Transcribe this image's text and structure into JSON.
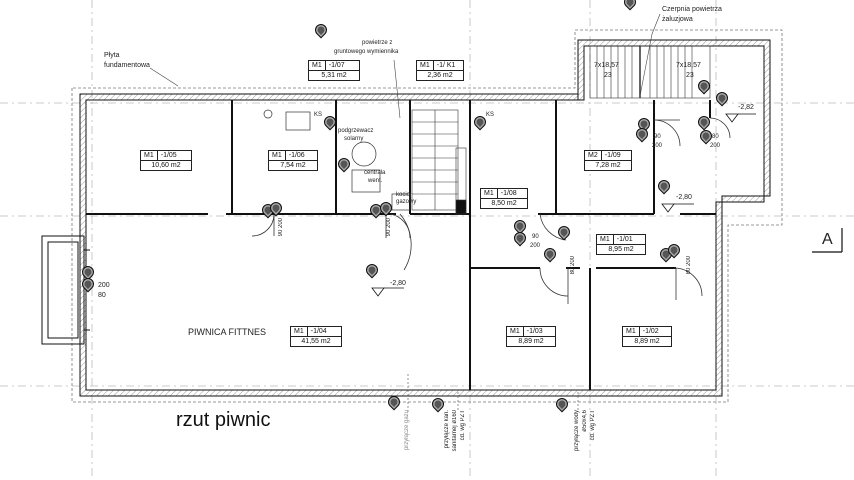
{
  "title": "rzut piwnic",
  "section_marker": "A",
  "annotations": {
    "plyta": "Płyta",
    "fundamentowa": "fundamentowa",
    "powietrze_l1": "powietrze z",
    "powietrze_l2": "gruntowego wymiennika",
    "czerpnia_l1": "Czerpnia powietrza",
    "czerpnia_l2": "żaluzjowa",
    "podgrzewacz_l1": "podgrzewacz",
    "podgrzewacz_l2": "solarny",
    "centrala_l1": "centrala",
    "centrala_l2": "went.",
    "kociol_l1": "kocioł",
    "kociol_l2": "gazowy",
    "ks1": "KS",
    "ks2": "KS",
    "stairs1": "7x18,57",
    "stairs1_b": "23",
    "stairs2": "7x18,57",
    "stairs2_b": "23",
    "lvl_mid": "-2,80",
    "lvl_right": "-2,80",
    "lvl_stair": "-2,82",
    "door_w": "200",
    "window_a": "200",
    "window_b": "80",
    "przylacze_gazu": "przyłącze gazu",
    "przylacze_kan_1": "przyłącze kan.",
    "przylacze_kan_2": "sanitarnej ø160",
    "przylacze_kan_3": "cd. wg PZT",
    "przylacze_wody_1": "przyłącze wody",
    "przylacze_wody_2": "ø50x4,6",
    "przylacze_wody_3": "cd. wg PZT"
  },
  "rooms": [
    {
      "code": "M1",
      "num": "-1/07",
      "area": "5,31  m2"
    },
    {
      "code": "M1",
      "num": "-1/ K1",
      "area": "2,36  m2"
    },
    {
      "code": "M1",
      "num": "-1/05",
      "area": "10,60 m2"
    },
    {
      "code": "M1",
      "num": "-1/06",
      "area": "7,54  m2"
    },
    {
      "code": "M1",
      "num": "-1/08",
      "area": "8,50  m2"
    },
    {
      "code": "M2",
      "num": "-1/09",
      "area": "7,28  m2"
    },
    {
      "code": "M1",
      "num": "-1/01",
      "area": "8,95  m2"
    },
    {
      "code": "M1",
      "num": "-1/04",
      "area": "41,55 m2",
      "name": "PIWNICA FITTNES"
    },
    {
      "code": "M1",
      "num": "-1/03",
      "area": "8,89  m2"
    },
    {
      "code": "M1",
      "num": "-1/02",
      "area": "8,89  m2"
    }
  ],
  "doors": [
    "90",
    "200",
    "90",
    "200",
    "80",
    "200",
    "90",
    "200",
    "90",
    "200",
    "80",
    "200",
    "80",
    "200"
  ],
  "colors": {
    "wall": "#1a1a1a",
    "hatch": "#9a9a9a",
    "grid": "#b8b8b8",
    "pin": "#555555"
  }
}
